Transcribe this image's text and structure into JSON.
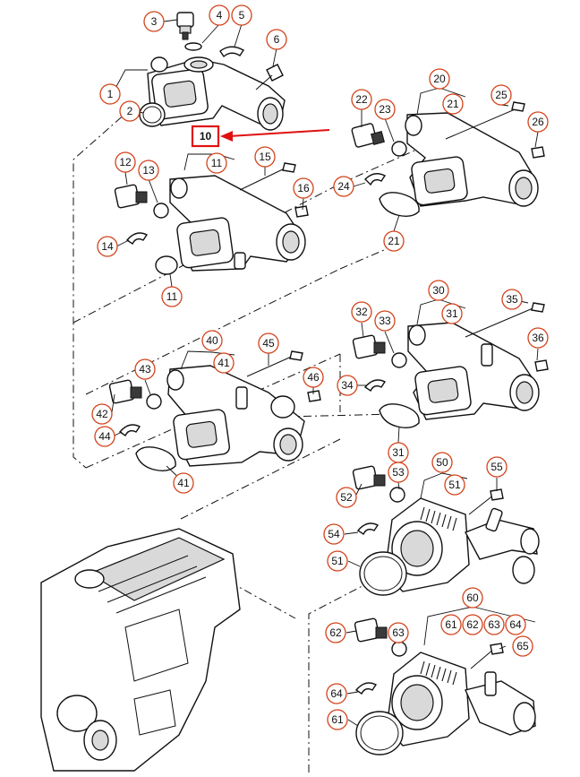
{
  "diagram": {
    "highlight_label": "10",
    "callouts": {
      "c1": "1",
      "c2": "2",
      "c3": "3",
      "c4": "4",
      "c5": "5",
      "c6": "6",
      "c11a": "11",
      "c11b": "11",
      "c12": "12",
      "c13": "13",
      "c14": "14",
      "c15": "15",
      "c16": "16",
      "c20": "20",
      "c21a": "21",
      "c21b": "21",
      "c22": "22",
      "c23": "23",
      "c24": "24",
      "c25": "25",
      "c26": "26",
      "c30": "30",
      "c31a": "31",
      "c31b": "31",
      "c32": "32",
      "c33": "33",
      "c34": "34",
      "c35": "35",
      "c36": "36",
      "c40": "40",
      "c41a": "41",
      "c41b": "41",
      "c42": "42",
      "c43": "43",
      "c44": "44",
      "c45": "45",
      "c46": "46",
      "c50": "50",
      "c51a": "51",
      "c51b": "51",
      "c52": "52",
      "c53": "53",
      "c54": "54",
      "c55": "55",
      "c60": "60",
      "c61a": "61",
      "c62a": "62",
      "c63a": "63",
      "c64a": "64",
      "c65": "65",
      "c61b": "61",
      "c62b": "62",
      "c63b": "63",
      "c64b": "64"
    },
    "colors": {
      "callout_stroke": "#d2431b",
      "highlight": "#e01010",
      "line": "#111111"
    }
  }
}
